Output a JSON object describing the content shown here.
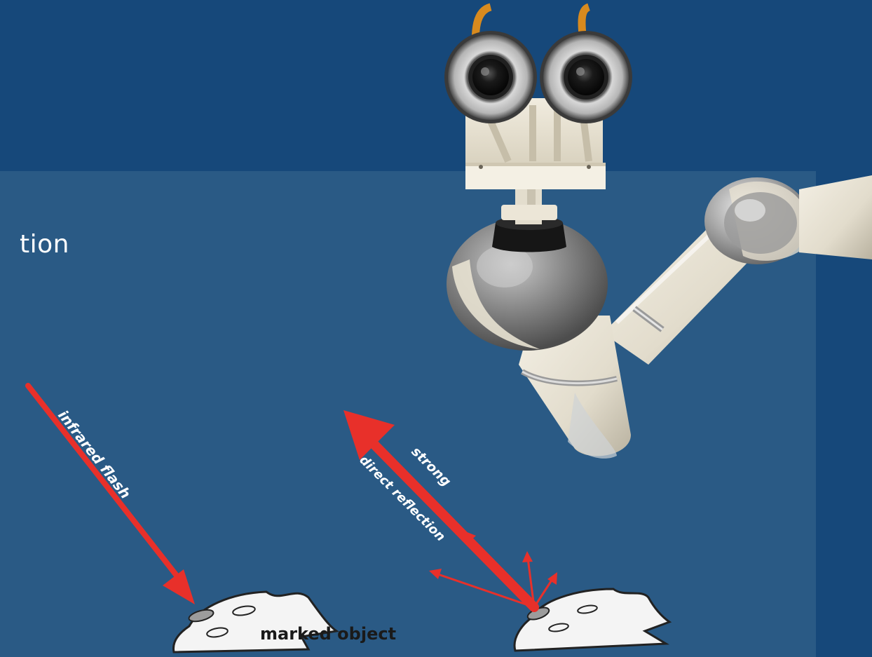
{
  "slide": {
    "title_fragment": "tion"
  },
  "labels": {
    "infrared_flash": "infrared flash",
    "strong": "strong",
    "direct_reflection": "direct reflection",
    "marked_object": "marked object"
  },
  "colors": {
    "background": "#16487a",
    "panel": "#2a5a85",
    "arrow": "#e8302a",
    "object_fill": "#f4f4f4"
  },
  "icons": {
    "robot": "robot-head-with-ir-ring-cameras-on-arm",
    "object": "blob-object-with-ir-markers"
  }
}
